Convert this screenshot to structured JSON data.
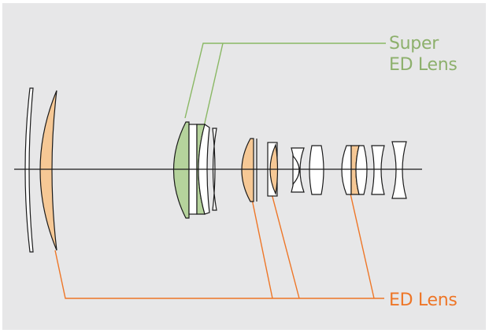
{
  "labels": {
    "super_ed_line1": "Super",
    "super_ed_line2": "ED Lens",
    "ed_lens": "ED Lens"
  },
  "colors": {
    "background": "#e7e7e8",
    "super_ed_fill": "#b5d39c",
    "super_ed_text": "#8db06c",
    "ed_fill": "#f6c895",
    "ed_text": "#ee7627",
    "lens_stroke": "#1a1a1a",
    "leader_green": "#8ab864",
    "leader_orange": "#ee7627"
  }
}
